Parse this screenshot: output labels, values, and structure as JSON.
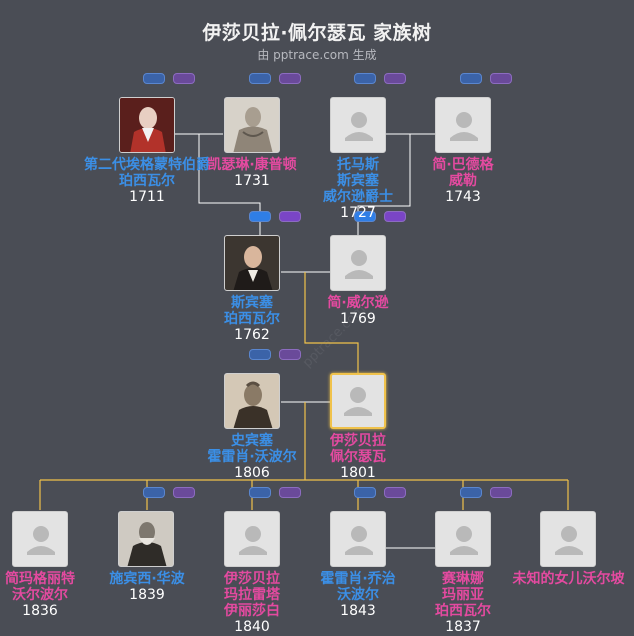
{
  "title": "伊莎贝拉·佩尔瑟瓦 家族树",
  "subtitle": "由 pptrace.com 生成",
  "watermark": "pptrace.com",
  "colors": {
    "background": "#4a4d55",
    "male": "#3b8fe6",
    "female": "#e44aa0",
    "highlight_line": "#f0c24b",
    "line": "#ffffff"
  },
  "people": {
    "earl_egmont": {
      "name": [
        "第二代埃格蒙特伯爵"
      ],
      "surname": [
        "珀西瓦尔"
      ],
      "year": "1711",
      "sex": "male"
    },
    "catherine_compton": {
      "name": [
        "凯瑟琳·康普顿"
      ],
      "year": "1731",
      "sex": "female"
    },
    "thomas_wilson": {
      "name": [
        "托马斯",
        "斯宾塞",
        "威尔逊爵士"
      ],
      "year": "1727",
      "sex": "male"
    },
    "jane_badger": {
      "name": [
        "简·巴德格",
        "威勒"
      ],
      "year": "1743",
      "sex": "female"
    },
    "spencer_perceval": {
      "name": [
        "斯宾塞",
        "珀西瓦尔"
      ],
      "year": "1762",
      "sex": "male"
    },
    "jane_wilson": {
      "name": [
        "简·威尔逊"
      ],
      "year": "1769",
      "sex": "female"
    },
    "spencer_walpole": {
      "name": [
        "史宾塞",
        "霍雷肖·沃波尔"
      ],
      "year": "1806",
      "sex": "male"
    },
    "isabella_perceval": {
      "name": [
        "伊莎贝拉",
        "佩尔瑟瓦"
      ],
      "year": "1801",
      "sex": "female"
    },
    "c1": {
      "name": [
        "简玛格丽特",
        "沃尔波尔"
      ],
      "year": "1836",
      "sex": "female"
    },
    "c2": {
      "name": [
        "施宾西·华波"
      ],
      "year": "1839",
      "sex": "male"
    },
    "c3": {
      "name": [
        "伊莎贝拉",
        "玛拉雷塔",
        "伊丽莎白"
      ],
      "year": "1840",
      "sex": "female"
    },
    "c4": {
      "name": [
        "霍雷肖·乔治",
        "沃波尔"
      ],
      "year": "1843",
      "sex": "male"
    },
    "c5": {
      "name": [
        "赛琳娜",
        "玛丽亚",
        "珀西瓦尔"
      ],
      "year": "1837",
      "sex": "female"
    },
    "c6": {
      "name": [
        "未知的女儿沃尔坡"
      ],
      "year": "",
      "sex": "female"
    }
  }
}
